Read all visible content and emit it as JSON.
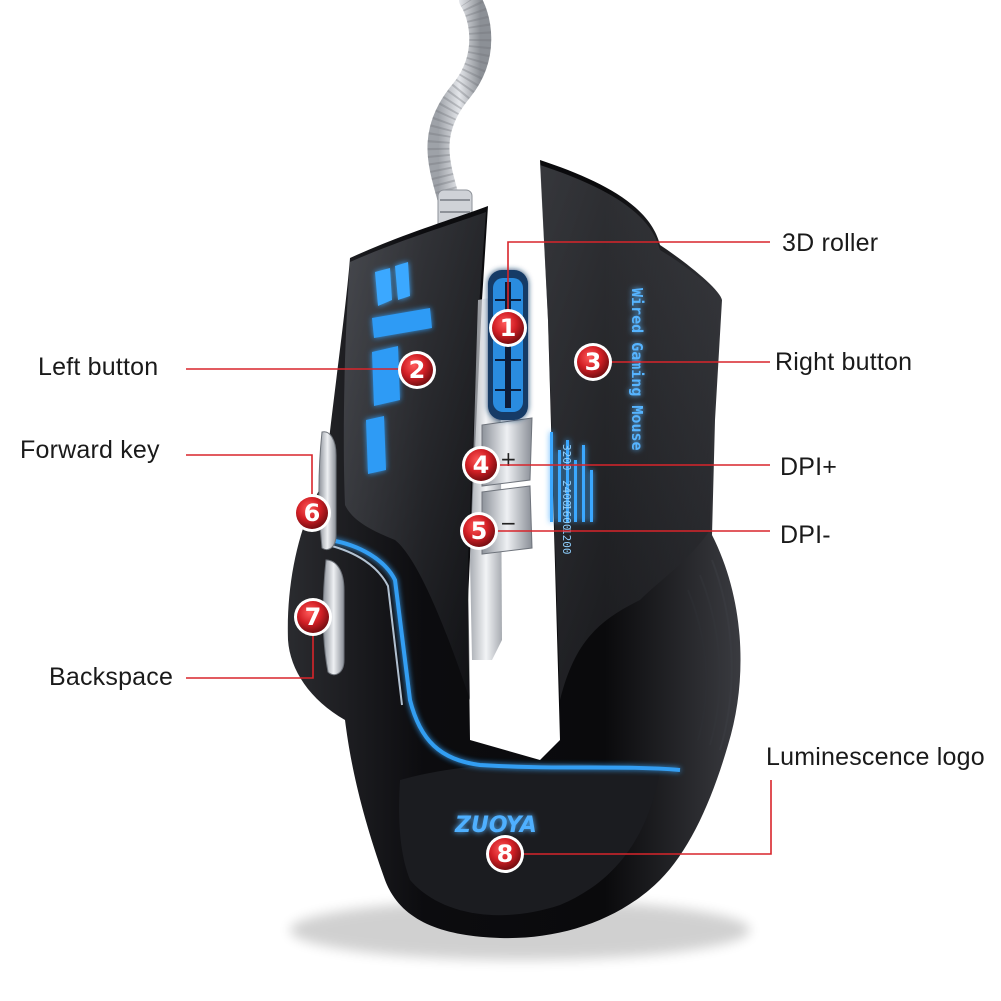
{
  "product": {
    "brand": "ZUOYA",
    "side_text": "Wired Gaming Mouse",
    "dpi_scale": [
      "3200",
      "2400",
      "1600",
      "1200"
    ],
    "dpi_plus_sign": "+",
    "dpi_minus_sign": "−"
  },
  "callouts": [
    {
      "number": "1",
      "label": "3D roller"
    },
    {
      "number": "2",
      "label": "Left button"
    },
    {
      "number": "3",
      "label": "Right button"
    },
    {
      "number": "4",
      "label": "DPI+"
    },
    {
      "number": "5",
      "label": "DPI-"
    },
    {
      "number": "6",
      "label": "Forward key"
    },
    {
      "number": "7",
      "label": "Backspace"
    },
    {
      "number": "8",
      "label": "Luminescence logo"
    }
  ],
  "colors": {
    "leader_line": "#d8252b",
    "marker_fill": "#d21f25",
    "mouse_body": "#0b0b0d",
    "glow": "#35a6ff",
    "metal": "#c8ccd3"
  }
}
